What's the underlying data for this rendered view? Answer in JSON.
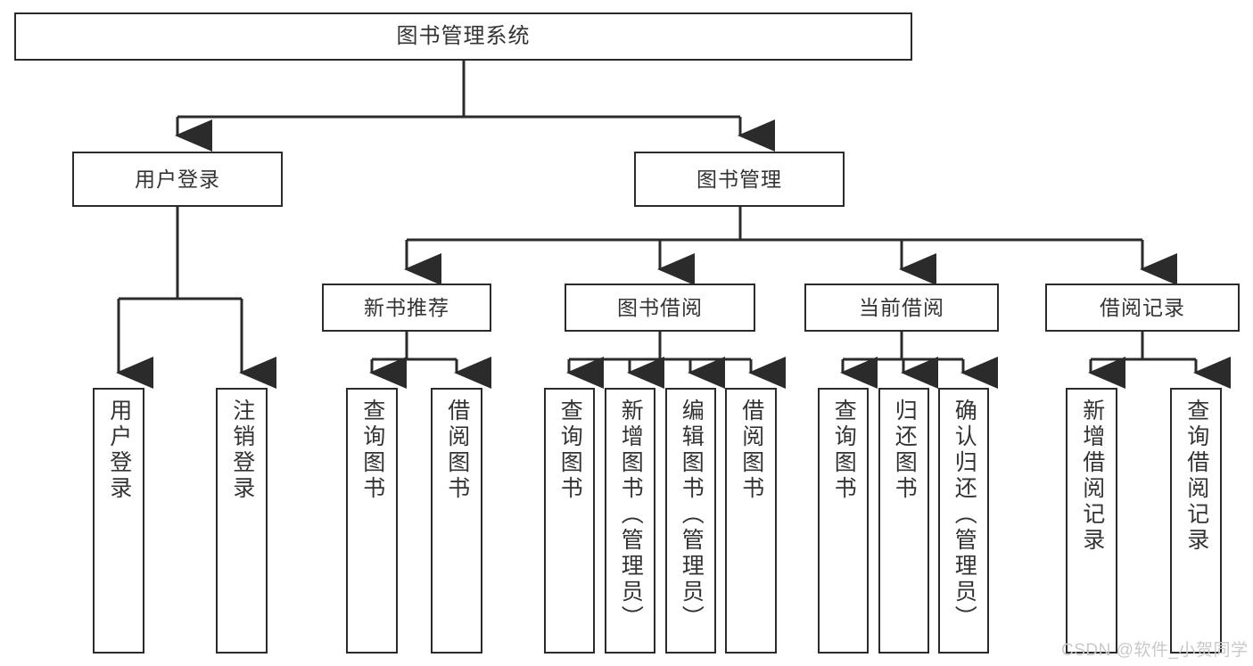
{
  "diagram": {
    "type": "tree-hierarchy-chart",
    "title": "图书管理系统",
    "root": {
      "label": "图书管理系统"
    },
    "level2": [
      {
        "label": "用户登录"
      },
      {
        "label": "图书管理"
      }
    ],
    "level3": [
      {
        "label": "新书推荐"
      },
      {
        "label": "图书借阅"
      },
      {
        "label": "当前借阅"
      },
      {
        "label": "借阅记录"
      }
    ],
    "leaves": {
      "user_login": [
        {
          "label": "用户登录"
        },
        {
          "label": "注销登录"
        }
      ],
      "new_book_recommend": [
        {
          "label": "查询图书"
        },
        {
          "label": "借阅图书"
        }
      ],
      "book_borrow": [
        {
          "label": "查询图书"
        },
        {
          "label": "新增图书（管理员）"
        },
        {
          "label": "编辑图书（管理员）"
        },
        {
          "label": "借阅图书"
        }
      ],
      "current_borrow": [
        {
          "label": "查询图书"
        },
        {
          "label": "归还图书"
        },
        {
          "label": "确认归还（管理员）"
        }
      ],
      "borrow_records": [
        {
          "label": "新增借阅记录"
        },
        {
          "label": "查询借阅记录"
        }
      ]
    }
  },
  "watermark": {
    "text": "CSDN @软件_小贺同学"
  },
  "colors": {
    "stroke": "#2b2b2b",
    "fill": "#ffffff",
    "text": "#333333",
    "watermark": "#c9c9c9"
  }
}
